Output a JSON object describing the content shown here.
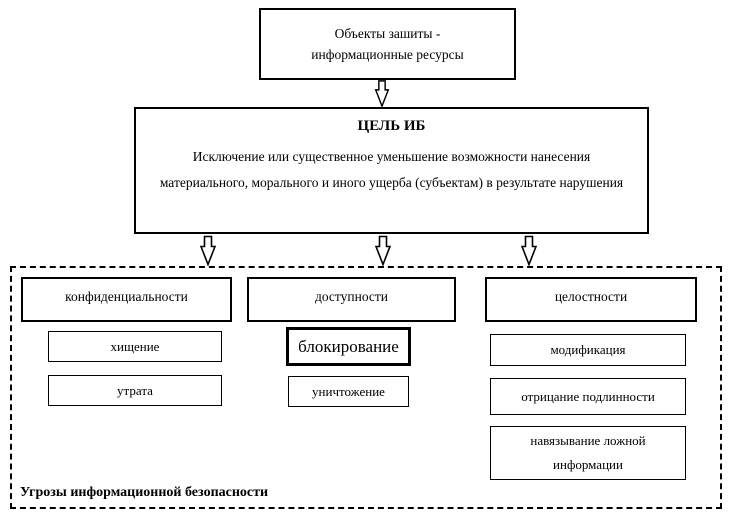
{
  "diagram": {
    "top_box": {
      "line1": "Объекты зашиты -",
      "line2": "информационные ресурсы"
    },
    "goal_box": {
      "title": "ЦЕЛЬ ИБ",
      "body": "Исключение или существенное уменьшение возможности нанесения материального, морального и иного ущерба (субъектам) в результате нарушения"
    },
    "columns": [
      {
        "header": "конфиденциальности",
        "items": [
          "хищение",
          "утрата"
        ]
      },
      {
        "header": "доступности",
        "items": [
          "блокирование",
          "уничтожение"
        ]
      },
      {
        "header": "целостности",
        "items": [
          "модификация",
          "отрицание подлинности",
          "навязывание ложной информации"
        ]
      }
    ],
    "container_label": "Угрозы информационной безопасности",
    "colors": {
      "line": "#000000",
      "background": "#ffffff"
    },
    "icons": {
      "arrow": "down-arrow-icon"
    }
  }
}
